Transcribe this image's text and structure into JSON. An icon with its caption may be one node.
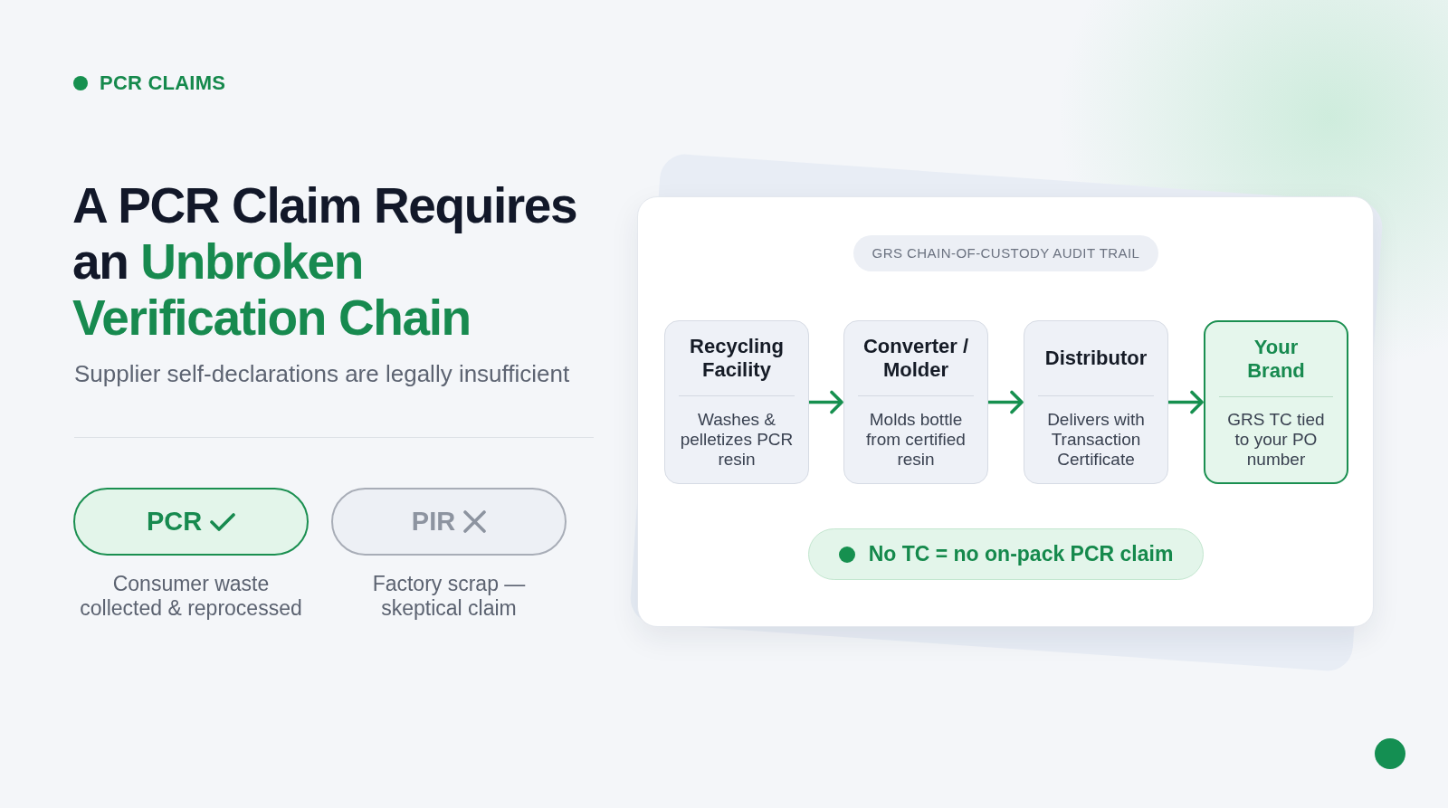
{
  "diagram": {
    "title": "A PCR Claim Requires an **Unbroken Verification Chain**",
    "nodes": [
      {
        "text": [
          "PCR"
        ],
        "beside": [
          "Consumer waste collected & reprocessed"
        ]
      },
      {
        "text": [
          "PIR"
        ],
        "beside": [
          "Factory scrap — skeptical claim"
        ]
      },
      {
        "text": [],
        "shape": "box"
      },
      {
        "text": [
          "GRS CHAIN-OF-CUSTODY AUDIT TRAIL"
        ],
        "in": 2
      },
      {
        "text": [
          "Recycling Facility",
          "Washes & pelletizes PCR resin"
        ],
        "in": 2
      },
      {
        "text": [
          "Converter / Molder",
          "Molds bottle from certified resin"
        ],
        "in": 2
      },
      {
        "text": [
          "Distributor",
          "Delivers with Transaction Certificate"
        ],
        "in": 2
      },
      {
        "text": [
          "Your Brand",
          "GRS TC tied to your PO number"
        ],
        "in": 2
      },
      {
        "text": [
          "No TC = no on-pack PCR claim"
        ],
        "in": 2
      }
    ],
    "edges": [
      {
        "from": 4,
        "to": 5,
        "arrow": "to"
      },
      {
        "from": 5,
        "to": 6,
        "arrow": "to"
      },
      {
        "from": 6,
        "to": 7,
        "arrow": "to"
      }
    ],
    "labels": [
      "PCR CLAIMS",
      "Supplier self-declarations are legally insufficient"
    ]
  }
}
